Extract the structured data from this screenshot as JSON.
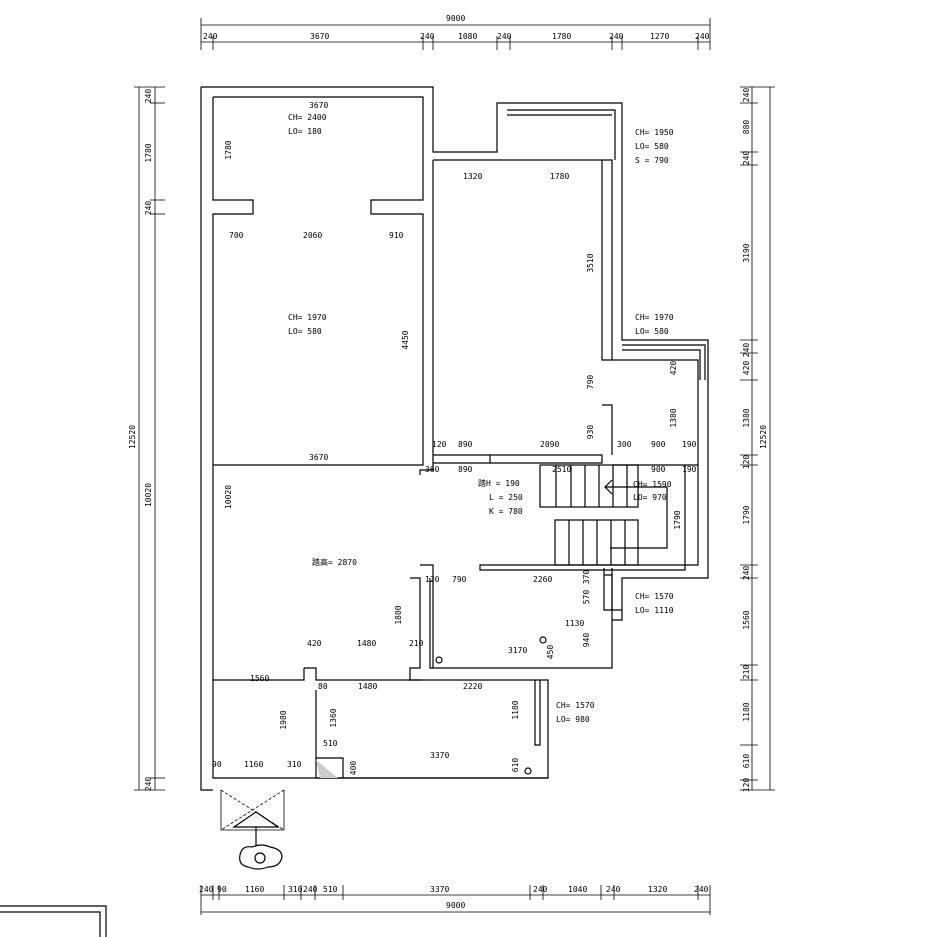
{
  "drawing": {
    "top_total": "9000",
    "top_dims": [
      "240",
      "3670",
      "240",
      "1080",
      "240",
      "1780",
      "240",
      "1270",
      "240"
    ],
    "bottom_total": "9000",
    "bottom_dims": [
      "240",
      "90",
      "1160",
      "310",
      "240",
      "510",
      "3370",
      "240",
      "1040",
      "240",
      "1320",
      "240"
    ],
    "right_total": "12520",
    "right_dims": [
      "240",
      "880",
      "240",
      "3190",
      "240",
      "420",
      "1380",
      "120",
      "1790",
      "240",
      "1560",
      "210",
      "1180",
      "610",
      "120"
    ],
    "left_total": "12520",
    "left_dims": [
      "240",
      "1780",
      "240",
      "10020",
      "240"
    ],
    "interior": [
      "3670",
      "CH= 2400",
      "LO= 180",
      "1780",
      "700",
      "2060",
      "910",
      "CH= 1970",
      "LO= 580",
      "4450",
      "3670",
      "10020",
      "1320",
      "1780",
      "3510",
      "CH= 1950",
      "LO= 580",
      "S = 790",
      "CH= 1970",
      "LO= 580",
      "420",
      "1380",
      "790",
      "930",
      "120",
      "890",
      "2090",
      "300",
      "900",
      "190",
      "360",
      "890",
      "2510",
      "900",
      "190",
      "踏H = 190",
      "L = 250",
      "K = 780",
      "CH= 1590",
      "LO= 970",
      "1790",
      "踏高= 2870",
      "1800",
      "120",
      "790",
      "2260",
      "370",
      "570",
      "CH= 1570",
      "LO= 1110",
      "1130",
      "940",
      "3170",
      "450",
      "420",
      "1480",
      "210",
      "1560",
      "1980",
      "80",
      "1480",
      "2220",
      "1180",
      "1360",
      "CH= 1570",
      "LO= 980",
      "510",
      "3370",
      "400",
      "610",
      "90",
      "1160",
      "310"
    ]
  }
}
